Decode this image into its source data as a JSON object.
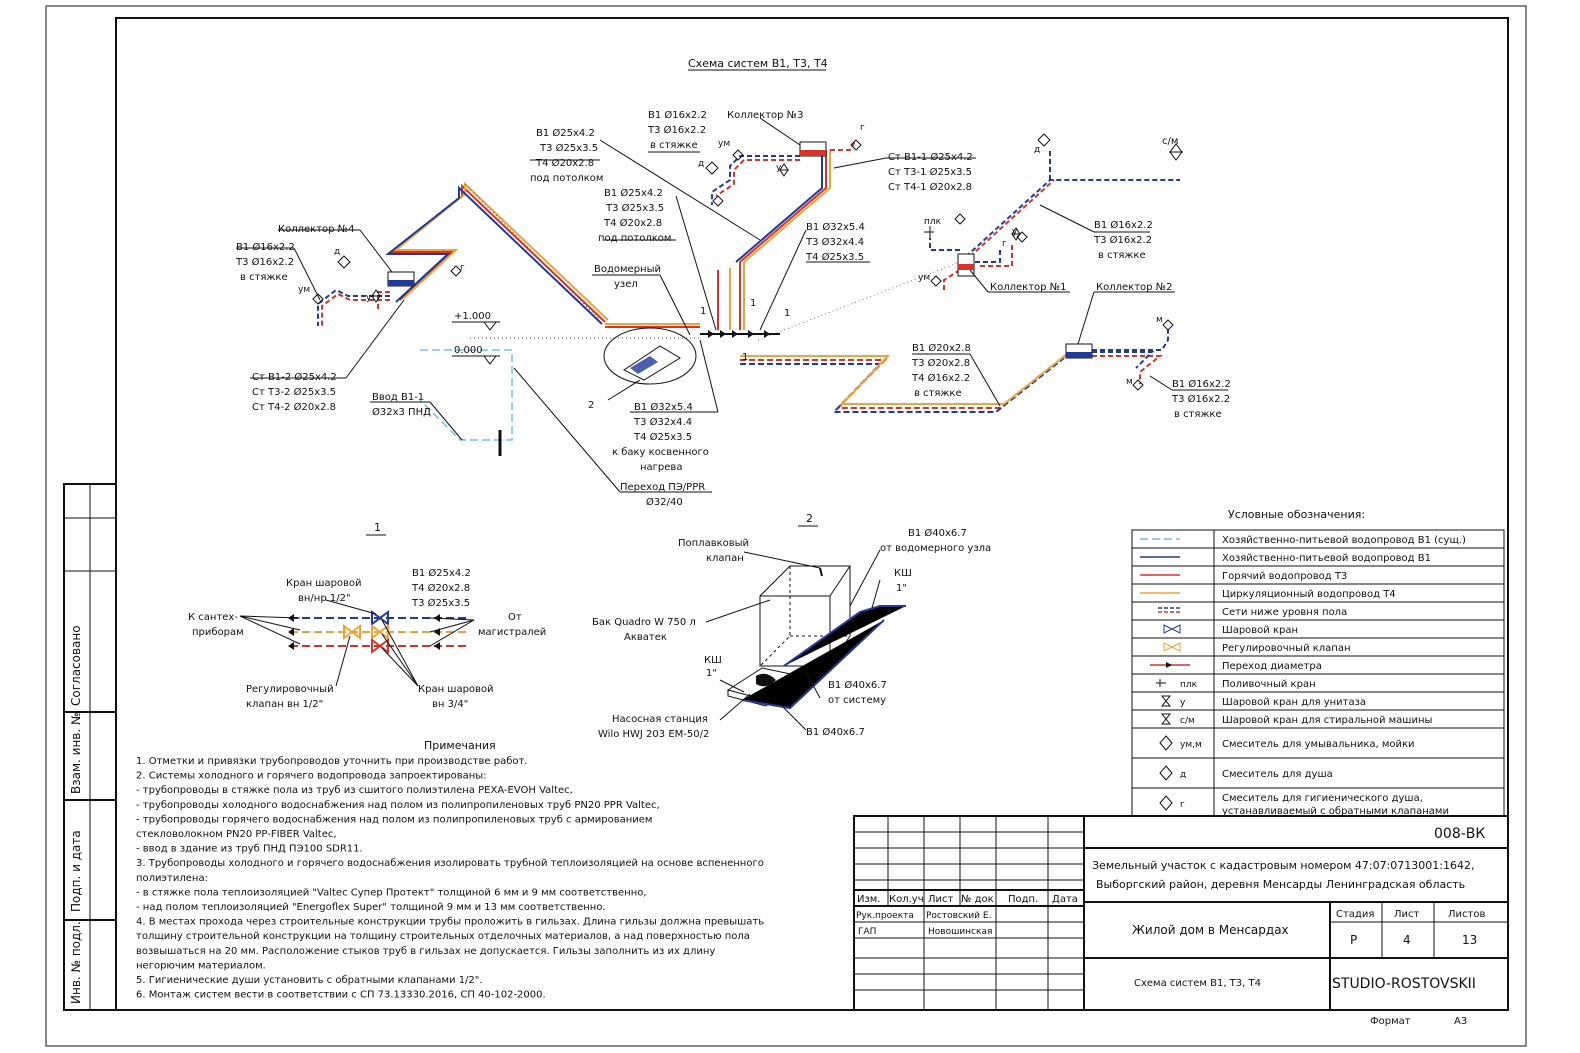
{
  "title": "Схема систем В1, Т3, Т4",
  "colors": {
    "b1_exist": "#6ec4d8",
    "b1": "#1f3a9a",
    "t3": "#d8322a",
    "t4": "#f0a23a",
    "line": "#111111"
  },
  "labels": {
    "collector3": "Коллектор №3",
    "collector4": "Коллектор №4",
    "collector1": "Коллектор №1",
    "collector2": "Коллектор №2",
    "a_b1": "В1 Ø16x2.2",
    "a_t3": "Т3 Ø16x2.2",
    "a_scr": "в стяжке",
    "b_b1": "В1 Ø25x4.2",
    "b_t3": "Т3 Ø25x3.5",
    "b_t4": "Т4 Ø20x2.8",
    "b_ceil": "под потолком",
    "c_b1": "В1 Ø25x4.2",
    "c_t3": "Т3 Ø25x3.5",
    "c_t4": "Т4 Ø20x2.8",
    "c_ceil": "под потолком",
    "d_b1": "В1 Ø32x5.4",
    "d_t3": "Т3 Ø32x4.4",
    "d_t4": "Т4 Ø25x3.5",
    "st1_b1": "Ст В1-1 Ø25x4.2",
    "st1_t3": "Ст Т3-1 Ø25x3.5",
    "st1_t4": "Ст Т4-1 Ø20x2.8",
    "st2_b1": "Ст В1-2 Ø25x4.2",
    "st2_t3": "Ст Т3-2 Ø25x3.5",
    "st2_t4": "Ст Т4-2 Ø20x2.8",
    "e_b1": "В1 Ø16x2.2",
    "e_t3": "Т3 Ø16x2.2",
    "e_scr": "в стяжке",
    "f_b1": "В1 Ø16x2.2",
    "f_t3": "Т3 Ø16x2.2",
    "f_scr": "в стяжке",
    "g_b1": "В1 Ø16x2.2",
    "g_t3": "Т3 Ø16x2.2",
    "g_scr": "в стяжке",
    "h_b1": "В1 Ø20x2.8",
    "h_t3": "Т3 Ø20x2.8",
    "h_t4": "Т4 Ø16x2.2",
    "h_scr": "в стяжке",
    "meter": "Водомерный",
    "meter2": "узел",
    "elev1": "+1.000",
    "elev0": "0.000",
    "input1": "Ввод В1-1",
    "input2": "Ø32x3 ПНД",
    "k_b1": "В1 Ø32x5.4",
    "k_t3": "Т3 Ø32x4.4",
    "k_t4": "Т4 Ø25x3.5",
    "k_tank": "к баку косвенного",
    "k_heat": "нагрева",
    "trans": "Переход ПЭ/PPR",
    "trans2": "Ø32/40",
    "sm": "с/м",
    "plk": "плк",
    "d": "д",
    "g": "г",
    "um": "ум",
    "u": "у",
    "m": "м",
    "n1": "1",
    "n2": "2"
  },
  "detail1": {
    "title": "1",
    "valve_top1": "Кран шаровой",
    "valve_top2": "вн/нр 1/2\"",
    "pipes1": "В1 Ø25x4.2",
    "pipes2": "Т4 Ø20x2.8",
    "pipes3": "Т3 Ø25x3.5",
    "to1": "К сантех-",
    "to2": "приборам",
    "from1": "От",
    "from2": "магистралей",
    "reg1": "Регулировочный",
    "reg2": "клапан вн 1/2\"",
    "valve_bot1": "Кран шаровой",
    "valve_bot2": "вн 3/4\""
  },
  "detail2": {
    "title": "2",
    "float1": "Поплавковый",
    "float2": "клапан",
    "tank1": "Бак Quadro W 750 л",
    "tank2": "Акватек",
    "in1": "В1 Ø40x6.7",
    "in2": "от водомерного узла",
    "ksh": "КШ",
    "ksh_size": "1\"",
    "pump1": "Насосная станция",
    "pump2": "Wilo HWJ 203 EM-50/2",
    "out1": "В1 Ø40x6.7",
    "out2": "от систему",
    "out3": "В1 Ø40x6.7"
  },
  "legend": {
    "title": "Условные обозначения:",
    "items": [
      {
        "label": "Хозяйственно-питьевой водопровод В1 (сущ.)",
        "sym": ""
      },
      {
        "label": "Хозяйственно-питьевой водопровод В1",
        "sym": ""
      },
      {
        "label": "Горячий водопровод Т3",
        "sym": ""
      },
      {
        "label": "Циркуляционный водопровод Т4",
        "sym": ""
      },
      {
        "label": "Сети ниже уровня пола",
        "sym": ""
      },
      {
        "label": "Шаровой кран",
        "sym": ""
      },
      {
        "label": "Регулировочный клапан",
        "sym": ""
      },
      {
        "label": "Переход диаметра",
        "sym": ""
      },
      {
        "label": "Поливочный кран",
        "sym": "плк"
      },
      {
        "label": "Шаровой кран для унитаза",
        "sym": "у"
      },
      {
        "label": "Шаровой кран для стиральной машины",
        "sym": "с/м"
      },
      {
        "label": "Смеситель для умывальника, мойки",
        "sym": "ум,м"
      },
      {
        "label": "Смеситель для душа",
        "sym": "д"
      },
      {
        "label": "Смеситель для гигиенического душа,",
        "label2": "устанавливаемый с обратными клапанами",
        "sym": "г"
      }
    ]
  },
  "notes": {
    "title": "Примечания",
    "lines": [
      "1. Отметки и привязки трубопроводов уточнить при производстве работ.",
      "2. Системы холодного и горячего водопровода запроектированы:",
      "  - трубопроводы в стяжке пола из труб из сшитого полиэтилена PEXA-EVOH Valtec,",
      "  - трубопроводы холодного водоснабжения над полом из полипропиленовых труб PN20 PPR Valtec,",
      "  - трубопроводы горячего водоснабжения над полом из полипропиленовых труб с армированием",
      "  стекловолокном PN20 PP-FIBER Valtec,",
      "  - ввод в здание из труб ПНД ПЭ100 SDR11.",
      "3. Трубопроводы холодного и горячего водоснабжения изолировать трубной теплоизоляцией на основе вспененного",
      "  полиэтилена:",
      "  - в стяжке пола теплоизоляцией \"Valtec Супер Протект\" толщиной 6 мм и 9 мм соответственно,",
      "  - над полом теплоизоляцией \"Energoflex Super\" толщиной 9 мм и 13 мм соответственно.",
      "4. В местах прохода через строительные конструкции трубы проложить в гильзах. Длина гильзы должна  превышать",
      "толщину строительной конструкции на толщину строительных отделочных материалов, а над поверхностью пола",
      "возвышаться на 20 мм. Расположение стыков труб в гильзах не допускается. Гильзы заполнить из их длину",
      "негорючим материалом.",
      "5. Гигиенические души установить с обратными клапанами 1/2\".",
      "6. Монтаж систем вести в соответствии с СП 73.13330.2016, СП 40-102-2000."
    ]
  },
  "stamp": {
    "code": "008-ВК",
    "site1": "Земельный участок с кадастровым номером 47:07:0713001:1642,",
    "site2": "Выборгский район, деревня Менсарды Ленинградская область",
    "object": "Жилой дом в Менсардах",
    "sheet_name": "Схема систем В1, Т3, Т4",
    "studio": "STUDIO-ROSTOVSKII",
    "h_izm": "Изм.",
    "h_kol": "Кол.уч",
    "h_list": "Лист",
    "h_doc": "№ док",
    "h_sign": "Подп.",
    "h_date": "Дата",
    "role1": "Рук.проекта",
    "name1": "Ростовский Е.",
    "role2": "ГАП",
    "name2": "Новошинская",
    "stage_h": "Стадия",
    "sheet_h": "Лист",
    "sheets_h": "Листов",
    "stage": "Р",
    "sheet": "4",
    "sheets": "13",
    "format_label": "Формат",
    "format": "А3"
  },
  "side": {
    "agreed": "Согласовано",
    "vzam": "Взам. инв. №",
    "podp": "Подп. и дата",
    "inv": "Инв. № подл."
  }
}
